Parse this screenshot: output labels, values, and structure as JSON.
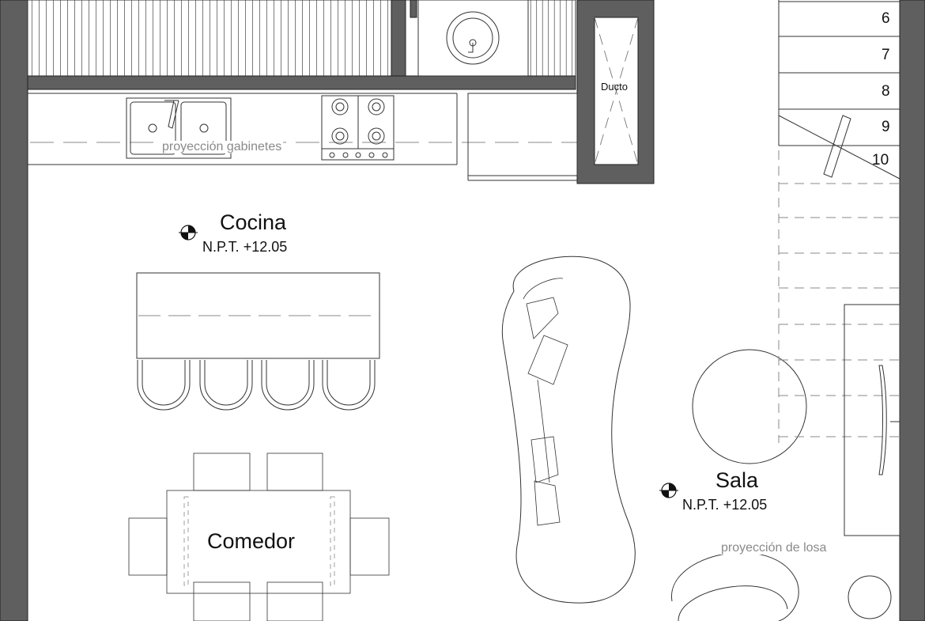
{
  "rooms": {
    "kitchen": {
      "name": "Cocina",
      "level": "N.P.T. +12.05"
    },
    "dining": {
      "name": "Comedor"
    },
    "living": {
      "name": "Sala",
      "level": "N.P.T. +12.05"
    }
  },
  "annotations": {
    "cabinet_projection": "proyección gabinetes",
    "slab_projection": "proyección de losa",
    "duct": "Ducto"
  },
  "stairs": {
    "steps": [
      "6",
      "7",
      "8",
      "9",
      "10"
    ]
  }
}
